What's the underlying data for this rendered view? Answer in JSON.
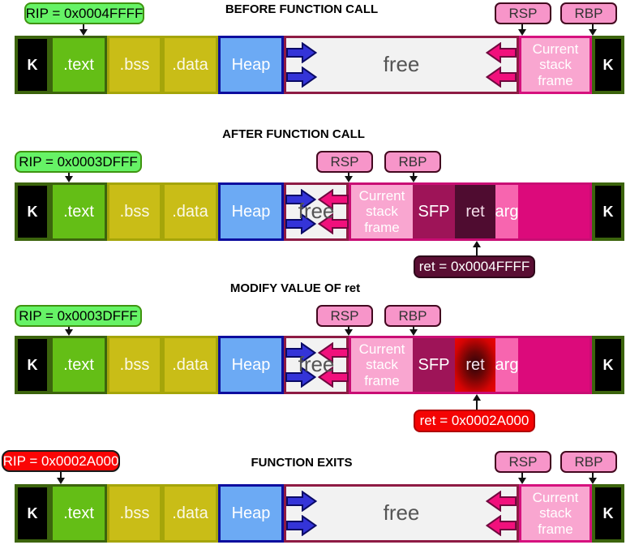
{
  "rows": [
    {
      "title": "BEFORE FUNCTION CALL",
      "rip": {
        "label": "RIP = 0x0004FFFF"
      },
      "rsp": {
        "label": "RSP"
      },
      "rbp": {
        "label": "RBP"
      },
      "segments": [
        {
          "type": "k",
          "label": "K"
        },
        {
          "type": "text",
          "label": ".text"
        },
        {
          "type": "bss",
          "label": ".bss"
        },
        {
          "type": "data",
          "label": ".data"
        },
        {
          "type": "heap",
          "label": "Heap"
        },
        {
          "type": "free",
          "label": "free"
        },
        {
          "type": "frame",
          "label": "Current\nstack\nframe"
        },
        {
          "type": "k",
          "label": "K"
        }
      ]
    },
    {
      "title": "AFTER FUNCTION CALL",
      "rip": {
        "label": "RIP = 0x0003DFFF"
      },
      "rsp": {
        "label": "RSP"
      },
      "rbp": {
        "label": "RBP"
      },
      "annotation": {
        "label": "ret = 0x0004FFFF"
      },
      "segments": [
        {
          "type": "k",
          "label": "K"
        },
        {
          "type": "text",
          "label": ".text"
        },
        {
          "type": "bss",
          "label": ".bss"
        },
        {
          "type": "data",
          "label": ".data"
        },
        {
          "type": "heap",
          "label": "Heap"
        },
        {
          "type": "free",
          "label": "free"
        },
        {
          "type": "stack",
          "children": [
            {
              "type": "frame",
              "label": "Current\nstack\nframe"
            },
            {
              "type": "sfp",
              "label": "SFP"
            },
            {
              "type": "ret",
              "label": "ret"
            },
            {
              "type": "arg",
              "label": "arg"
            },
            {
              "type": "mag",
              "label": ""
            }
          ]
        },
        {
          "type": "k",
          "label": "K"
        }
      ]
    },
    {
      "title": "MODIFY VALUE OF ret",
      "rip": {
        "label": "RIP = 0x0003DFFF"
      },
      "rsp": {
        "label": "RSP"
      },
      "rbp": {
        "label": "RBP"
      },
      "annotation": {
        "label": "ret = 0x0002A000"
      },
      "segments": [
        {
          "type": "k",
          "label": "K"
        },
        {
          "type": "text",
          "label": ".text"
        },
        {
          "type": "bss",
          "label": ".bss"
        },
        {
          "type": "data",
          "label": ".data"
        },
        {
          "type": "heap",
          "label": "Heap"
        },
        {
          "type": "free",
          "label": "free"
        },
        {
          "type": "stack",
          "children": [
            {
              "type": "frame",
              "label": "Current\nstack\nframe"
            },
            {
              "type": "sfp",
              "label": "SFP"
            },
            {
              "type": "ret_hot",
              "label": "ret"
            },
            {
              "type": "arg",
              "label": "arg"
            },
            {
              "type": "mag",
              "label": ""
            }
          ]
        },
        {
          "type": "k",
          "label": "K"
        }
      ]
    },
    {
      "title": "FUNCTION EXITS",
      "rip": {
        "label": "RIP = 0x0002A000"
      },
      "rsp": {
        "label": "RSP"
      },
      "rbp": {
        "label": "RBP"
      },
      "segments": [
        {
          "type": "k",
          "label": "K"
        },
        {
          "type": "text",
          "label": ".text"
        },
        {
          "type": "bss",
          "label": ".bss"
        },
        {
          "type": "data",
          "label": ".data"
        },
        {
          "type": "heap",
          "label": "Heap"
        },
        {
          "type": "free",
          "label": "free"
        },
        {
          "type": "frame",
          "label": "Current\nstack\nframe"
        },
        {
          "type": "k",
          "label": "K"
        }
      ]
    }
  ],
  "palette": {
    "rip_green_fill": "#66f366",
    "rip_green_border": "#3f9410",
    "rip_red_fill": "#fa0505",
    "register_pill_fill": "#f795c9",
    "annotation_dark_fill": "#5a0e33",
    "annotation_red_fill": "#f40404",
    "kernel_fill": "#000000",
    "kernel_border": "#3c640d",
    "text_segment_fill": "#64be16",
    "bss_data_fill": "#c9bd17",
    "heap_fill": "#6caaf4",
    "heap_border": "#0d0d9e",
    "free_fill": "#f2f2f2",
    "free_border": "#8e1b44",
    "stack_frame_fill": "#f9a6d0",
    "stack_frame_border": "#d6117e",
    "sfp_fill": "#9e1458",
    "ret_fill": "#4f0c30",
    "ret_hot_fill": "#d40404",
    "arg_fill": "#f765af",
    "stack_used_fill": "#dc0a7b",
    "grow_arrow_blue": "#3434d8",
    "grow_arrow_pink": "#f1107c"
  }
}
